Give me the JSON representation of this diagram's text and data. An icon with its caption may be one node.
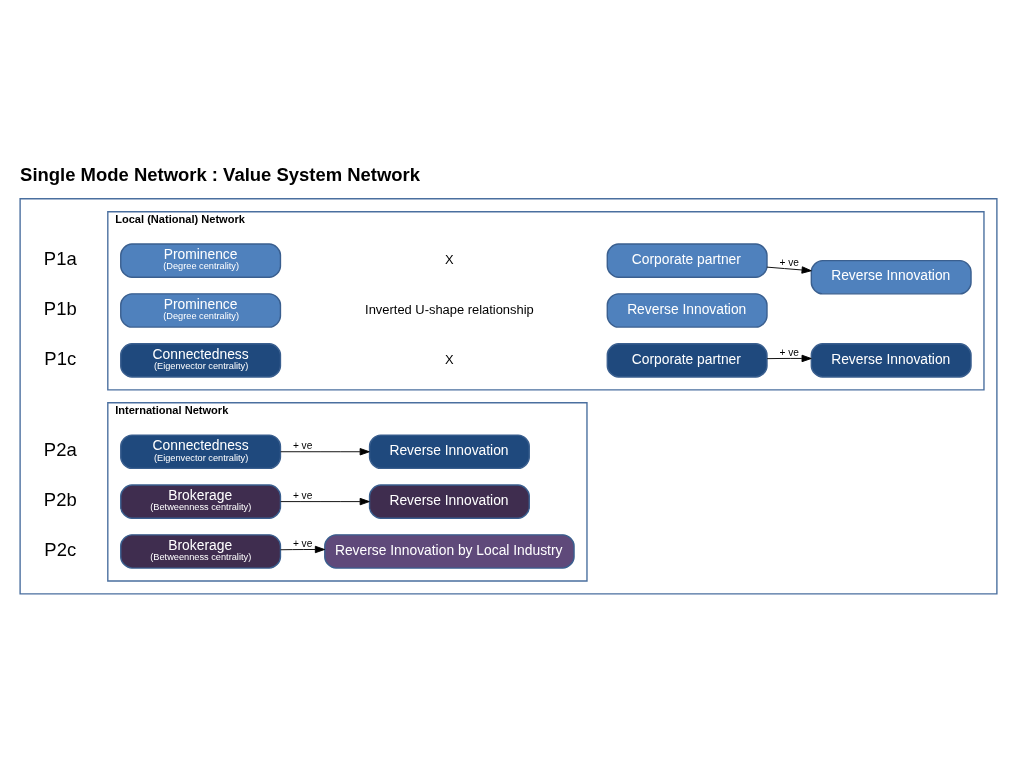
{
  "diagram": {
    "title": "Single Mode Network : Value System Network",
    "nodes": [
      {
        "text": [],
        "shape": "box"
      },
      {
        "text": [
          "Local (National) Network"
        ],
        "in": 0
      },
      {
        "text": [
          "Prominence",
          "(Degree centrality)"
        ],
        "in": 1
      },
      {
        "text": [
          "Corporate partner"
        ],
        "in": 1
      },
      {
        "text": [
          "Reverse Innovation"
        ],
        "in": 1
      },
      {
        "text": [
          "Prominence",
          "(Degree centrality)"
        ],
        "in": 1
      },
      {
        "text": [
          "Reverse Innovation"
        ],
        "in": 1
      },
      {
        "text": [
          "Connectedness",
          "(Eigenvector centrality)"
        ],
        "in": 1
      },
      {
        "text": [
          "Corporate partner"
        ],
        "in": 1
      },
      {
        "text": [
          "Reverse Innovation"
        ],
        "in": 1
      },
      {
        "text": [
          "International Network"
        ],
        "in": 0
      },
      {
        "text": [
          "Connectedness",
          "(Eigenvector centrality)"
        ],
        "in": 10
      },
      {
        "text": [
          "Reverse Innovation"
        ],
        "in": 10
      },
      {
        "text": [
          "Brokerage",
          "(Betweenness centrality)"
        ],
        "in": 10
      },
      {
        "text": [
          "Reverse Innovation"
        ],
        "in": 10
      },
      {
        "text": [
          "Brokerage",
          "(Betweenness centrality)"
        ],
        "in": 10
      },
      {
        "text": [
          "Reverse Innovation by Local Industry"
        ],
        "in": 10
      }
    ],
    "edges": [
      {
        "from": 3,
        "to": 4,
        "arrow": "to",
        "label": "+ ve"
      },
      {
        "from": 8,
        "to": 9,
        "arrow": "to",
        "label": "+ ve"
      },
      {
        "from": 11,
        "to": 12,
        "arrow": "to",
        "label": "+ ve"
      },
      {
        "from": 13,
        "to": 14,
        "arrow": "to",
        "label": "+ ve"
      },
      {
        "from": 15,
        "to": 16,
        "arrow": "to",
        "label": "+ ve"
      }
    ],
    "labels": [
      "P1a",
      "X",
      "P1b",
      "Inverted U-shape relationship",
      "P1c",
      "X",
      "P2a",
      "P2b",
      "P2c"
    ]
  }
}
